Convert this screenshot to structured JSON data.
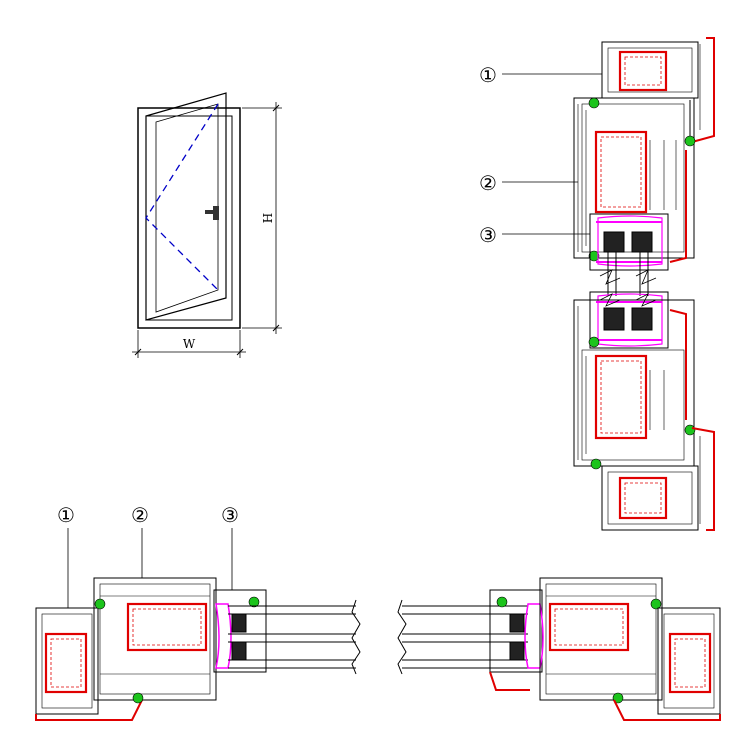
{
  "door_elevation": {
    "width_label": "W",
    "height_label": "H"
  },
  "callouts": {
    "vertical_section": [
      "①",
      "②",
      "③"
    ],
    "horizontal_section": [
      "①",
      "②",
      "③"
    ]
  },
  "colors": {
    "outline": "#000000",
    "steel_reinforcement": "#e00000",
    "gasket_green": "#1cc41c",
    "gasket_magenta": "#ff00ff",
    "glass_spacer": "#222222",
    "open_direction": "#0000c8"
  },
  "icons": [
    "door-handle-icon"
  ]
}
